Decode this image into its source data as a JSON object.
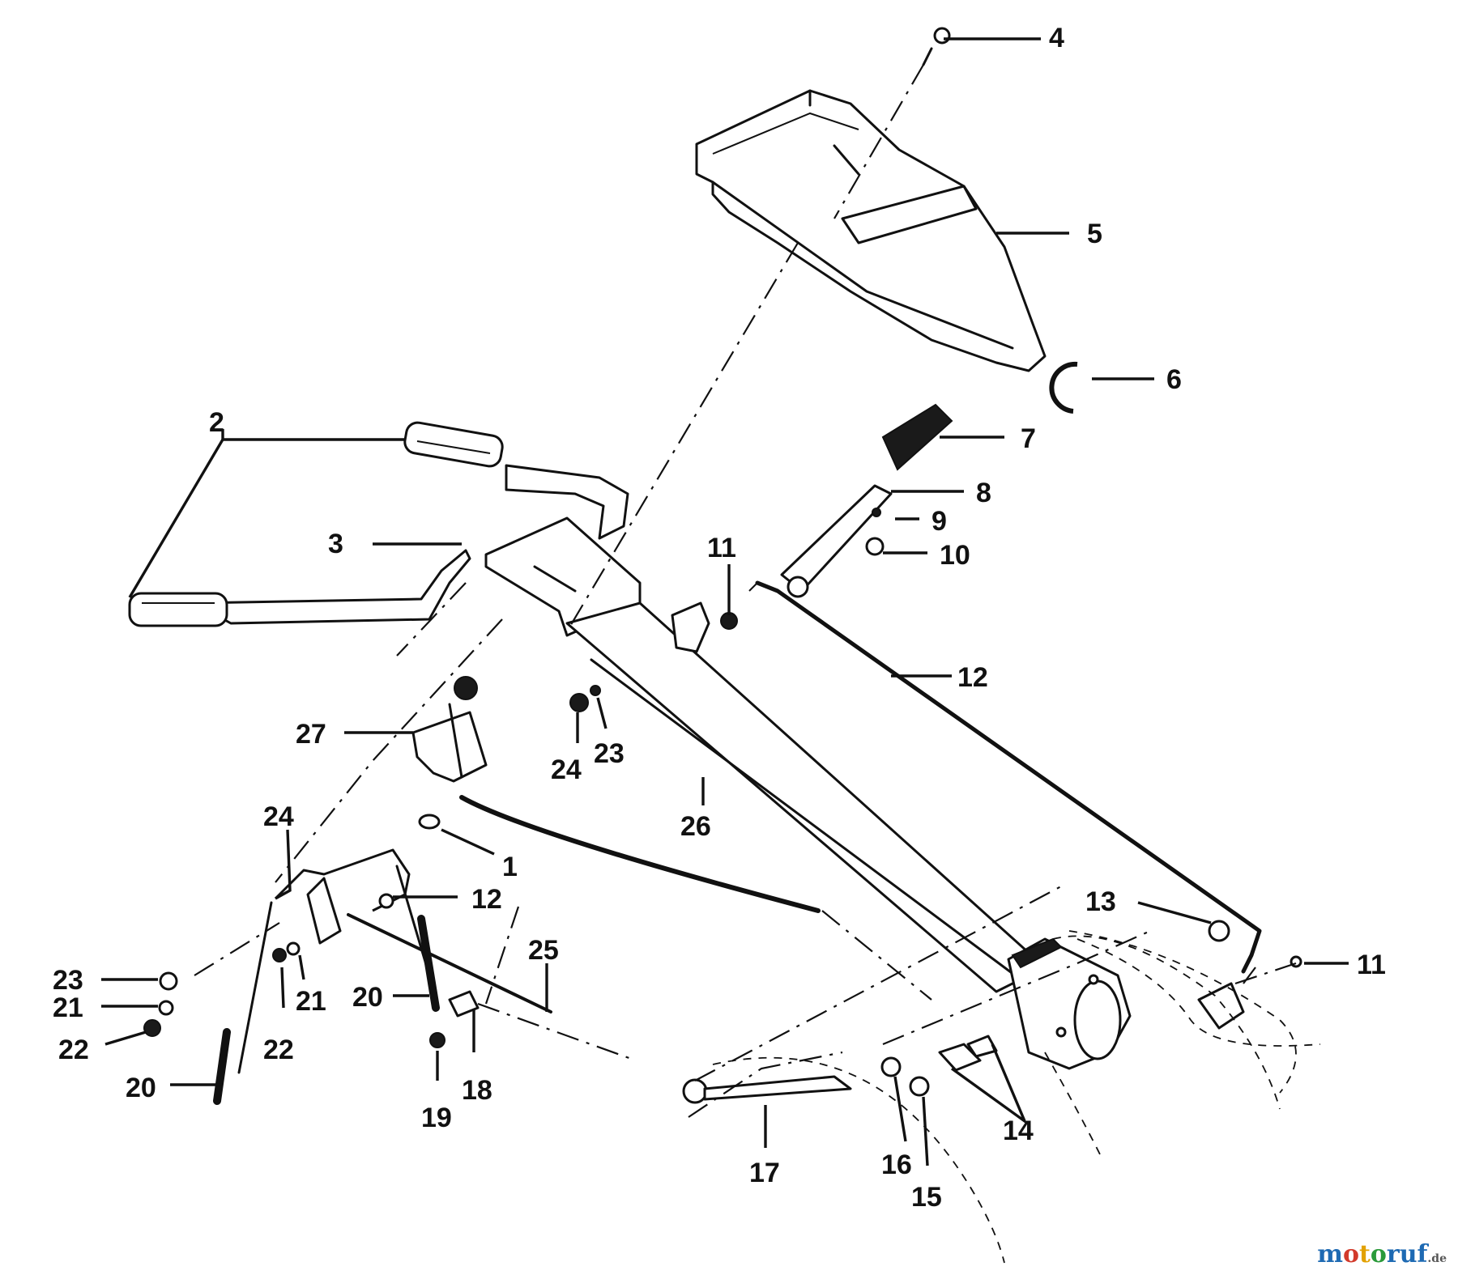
{
  "diagram": {
    "callouts": [
      {
        "id": "c4",
        "text": "4"
      },
      {
        "id": "c5",
        "text": "5"
      },
      {
        "id": "c6",
        "text": "6"
      },
      {
        "id": "c2",
        "text": "2"
      },
      {
        "id": "c7",
        "text": "7"
      },
      {
        "id": "c8",
        "text": "8"
      },
      {
        "id": "c9",
        "text": "9"
      },
      {
        "id": "c3",
        "text": "3"
      },
      {
        "id": "c11a",
        "text": "11"
      },
      {
        "id": "c10",
        "text": "10"
      },
      {
        "id": "c12a",
        "text": "12"
      },
      {
        "id": "c27",
        "text": "27"
      },
      {
        "id": "c24a",
        "text": "24"
      },
      {
        "id": "c23a",
        "text": "23"
      },
      {
        "id": "c26",
        "text": "26"
      },
      {
        "id": "c1",
        "text": "1"
      },
      {
        "id": "c24b",
        "text": "24"
      },
      {
        "id": "c12b",
        "text": "12"
      },
      {
        "id": "c25",
        "text": "25"
      },
      {
        "id": "c13",
        "text": "13"
      },
      {
        "id": "c11b",
        "text": "11"
      },
      {
        "id": "c23b",
        "text": "23"
      },
      {
        "id": "c21a",
        "text": "21"
      },
      {
        "id": "c21b",
        "text": "21"
      },
      {
        "id": "c20a",
        "text": "20"
      },
      {
        "id": "c22a",
        "text": "22"
      },
      {
        "id": "c22b",
        "text": "22"
      },
      {
        "id": "c20b",
        "text": "20"
      },
      {
        "id": "c19",
        "text": "19"
      },
      {
        "id": "c18",
        "text": "18"
      },
      {
        "id": "c14",
        "text": "14"
      },
      {
        "id": "c17",
        "text": "17"
      },
      {
        "id": "c16",
        "text": "16"
      },
      {
        "id": "c15",
        "text": "15"
      }
    ]
  },
  "watermark": {
    "m": "m",
    "o1": "o",
    "t": "t",
    "o2": "o",
    "ruf": "ruf",
    "suffix": ".de"
  }
}
